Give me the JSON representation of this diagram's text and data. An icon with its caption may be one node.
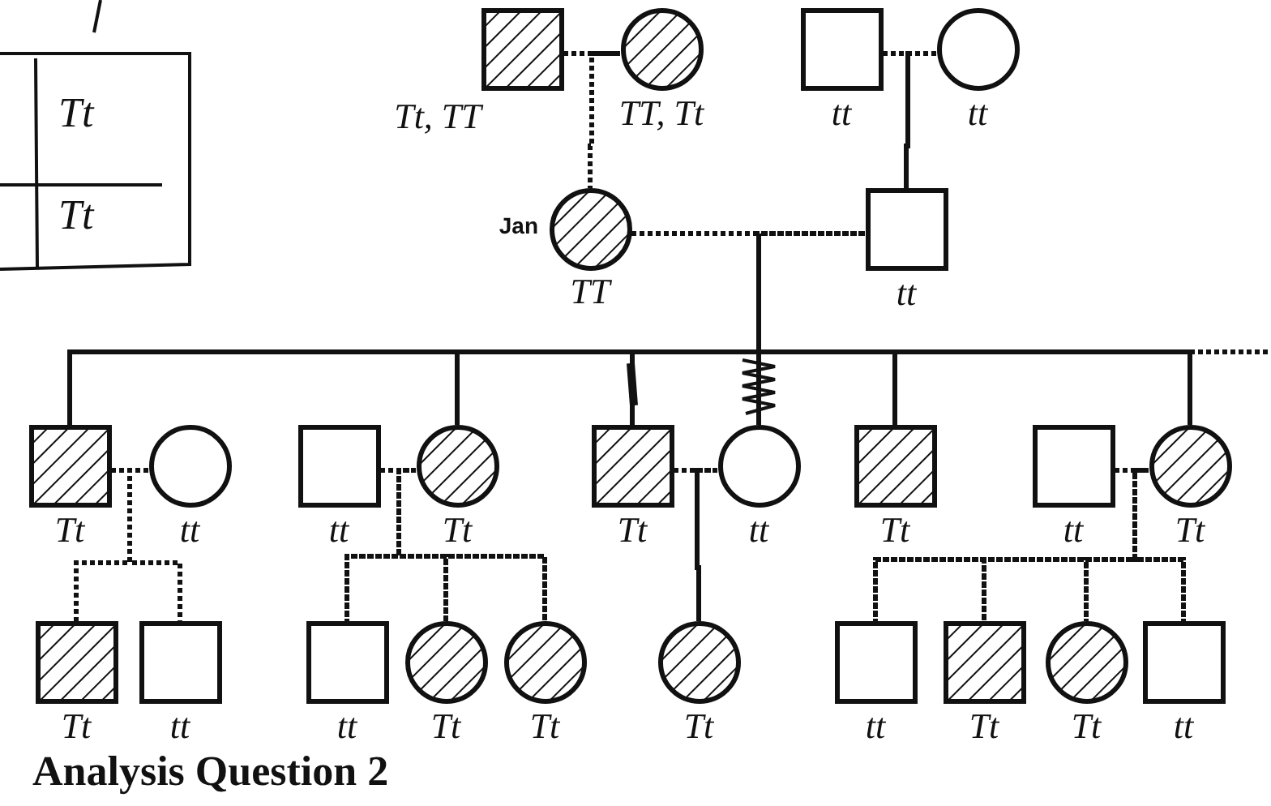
{
  "diagram": {
    "title": "Analysis Question 2",
    "nodes": [
      {
        "text": [],
        "shape": "box",
        "beside": [
          "Tt, TT"
        ]
      },
      {
        "text": [],
        "shape": "circle",
        "beside": [
          "TT, Tt"
        ]
      },
      {
        "text": [],
        "shape": "box",
        "beside": [
          "tt"
        ]
      },
      {
        "text": [],
        "shape": "circle",
        "beside": [
          "tt"
        ]
      },
      {
        "text": [],
        "shape": "circle",
        "beside": [
          "Jan",
          "TT"
        ]
      },
      {
        "text": [],
        "shape": "box",
        "beside": [
          "tt"
        ]
      },
      {
        "text": [],
        "shape": "box",
        "beside": [
          "Tt"
        ]
      },
      {
        "text": [],
        "shape": "circle",
        "beside": [
          "tt"
        ]
      },
      {
        "text": [],
        "shape": "box",
        "beside": [
          "tt"
        ]
      },
      {
        "text": [],
        "shape": "circle",
        "beside": [
          "Tt"
        ]
      },
      {
        "text": [],
        "shape": "box",
        "beside": [
          "Tt"
        ]
      },
      {
        "text": [],
        "shape": "circle",
        "beside": [
          "tt"
        ]
      },
      {
        "text": [],
        "shape": "box",
        "beside": [
          "Tt"
        ]
      },
      {
        "text": [],
        "shape": "box",
        "beside": [
          "tt"
        ]
      },
      {
        "text": [],
        "shape": "circle",
        "beside": [
          "Tt"
        ]
      },
      {
        "text": [],
        "shape": "box",
        "beside": [
          "Tt"
        ]
      },
      {
        "text": [],
        "shape": "box",
        "beside": [
          "tt"
        ]
      },
      {
        "text": [],
        "shape": "box",
        "beside": [
          "tt"
        ]
      },
      {
        "text": [],
        "shape": "circle",
        "beside": [
          "Tt"
        ]
      },
      {
        "text": [],
        "shape": "circle",
        "beside": [
          "Tt"
        ]
      },
      {
        "text": [],
        "shape": "circle",
        "beside": [
          "Tt"
        ]
      },
      {
        "text": [],
        "shape": "box",
        "beside": [
          "tt"
        ]
      },
      {
        "text": [],
        "shape": "box",
        "beside": [
          "Tt"
        ]
      },
      {
        "text": [],
        "shape": "circle",
        "beside": [
          "Tt"
        ]
      },
      {
        "text": [],
        "shape": "box",
        "beside": [
          "tt"
        ]
      }
    ],
    "edges": [
      {
        "from": 0,
        "to": 1,
        "arrow": "none"
      },
      {
        "from": 2,
        "to": 3,
        "arrow": "none"
      },
      {
        "from": 4,
        "to": 5,
        "arrow": "none"
      },
      {
        "from": 6,
        "to": 7,
        "arrow": "none"
      },
      {
        "from": 8,
        "to": 9,
        "arrow": "none"
      },
      {
        "from": 10,
        "to": 11,
        "arrow": "none"
      },
      {
        "from": 13,
        "to": 14,
        "arrow": "none"
      },
      {
        "from": 0,
        "to": 4,
        "arrow": "none"
      },
      {
        "from": 1,
        "to": 4,
        "arrow": "none"
      },
      {
        "from": 2,
        "to": 5,
        "arrow": "none"
      },
      {
        "from": 3,
        "to": 5,
        "arrow": "none"
      },
      {
        "from": 4,
        "to": 6,
        "arrow": "none"
      },
      {
        "from": 5,
        "to": 6,
        "arrow": "none"
      },
      {
        "from": 4,
        "to": 9,
        "arrow": "none"
      },
      {
        "from": 5,
        "to": 9,
        "arrow": "none"
      },
      {
        "from": 4,
        "to": 10,
        "arrow": "none"
      },
      {
        "from": 5,
        "to": 10,
        "arrow": "none"
      },
      {
        "from": 4,
        "to": 11,
        "arrow": "none"
      },
      {
        "from": 5,
        "to": 11,
        "arrow": "none"
      },
      {
        "from": 4,
        "to": 12,
        "arrow": "none"
      },
      {
        "from": 5,
        "to": 12,
        "arrow": "none"
      },
      {
        "from": 4,
        "to": 14,
        "arrow": "none"
      },
      {
        "from": 5,
        "to": 14,
        "arrow": "none"
      },
      {
        "from": 6,
        "to": 15,
        "arrow": "none"
      },
      {
        "from": 7,
        "to": 15,
        "arrow": "none"
      },
      {
        "from": 6,
        "to": 16,
        "arrow": "none"
      },
      {
        "from": 7,
        "to": 16,
        "arrow": "none"
      },
      {
        "from": 8,
        "to": 17,
        "arrow": "none"
      },
      {
        "from": 9,
        "to": 17,
        "arrow": "none"
      },
      {
        "from": 8,
        "to": 18,
        "arrow": "none"
      },
      {
        "from": 9,
        "to": 18,
        "arrow": "none"
      },
      {
        "from": 8,
        "to": 19,
        "arrow": "none"
      },
      {
        "from": 9,
        "to": 19,
        "arrow": "none"
      },
      {
        "from": 10,
        "to": 20,
        "arrow": "none"
      },
      {
        "from": 11,
        "to": 20,
        "arrow": "none"
      },
      {
        "from": 13,
        "to": 21,
        "arrow": "none"
      },
      {
        "from": 14,
        "to": 21,
        "arrow": "none"
      },
      {
        "from": 13,
        "to": 22,
        "arrow": "none"
      },
      {
        "from": 14,
        "to": 22,
        "arrow": "none"
      },
      {
        "from": 13,
        "to": 23,
        "arrow": "none"
      },
      {
        "from": 14,
        "to": 23,
        "arrow": "none"
      },
      {
        "from": 13,
        "to": 24,
        "arrow": "none"
      },
      {
        "from": 14,
        "to": 24,
        "arrow": "none"
      }
    ],
    "labels": [
      "Tt",
      "Tt"
    ]
  }
}
